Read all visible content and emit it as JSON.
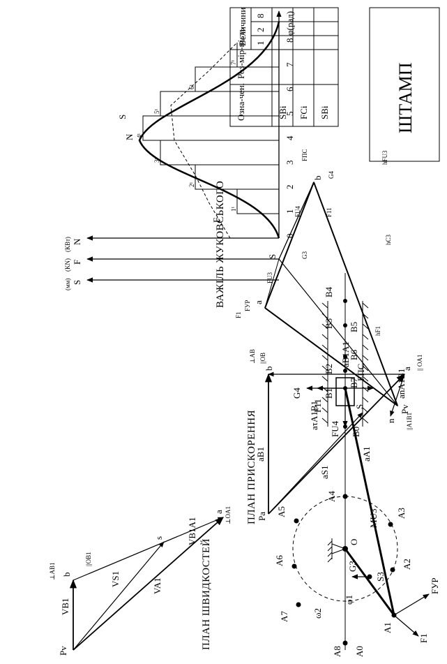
{
  "mechanism": {
    "points": [
      "A0",
      "A1",
      "A2",
      "A3",
      "A4",
      "A5",
      "A6",
      "A7",
      "A8"
    ],
    "center": "O",
    "slider_points": [
      "B0",
      "B1",
      "B2",
      "B3",
      "B4",
      "B5",
      "B6",
      "B7",
      "B8"
    ],
    "s3": "S3",
    "s_b": "S",
    "angle": "φ1",
    "omega": "ω2",
    "moment": "MU3",
    "forces": {
      "f1": "F1",
      "fur": "FУР",
      "g3": "G3",
      "g4": "G4",
      "fpc": "FПС",
      "fu4": "FU4",
      "f11": "F11"
    }
  },
  "graph": {
    "axes_labels": {
      "n": "N",
      "f": "F",
      "s": "S"
    },
    "units": {
      "n": "(КВт)",
      "f": "(KN)",
      "s": "(мм)"
    },
    "phi_label": "φ(рад)",
    "ticks": [
      "0",
      "1",
      "2",
      "3",
      "4",
      "5",
      "6",
      "7",
      "8"
    ],
    "curve_labels": {
      "n": "N",
      "s": "S",
      "f": "F"
    },
    "point_labels": [
      "1¹",
      "2¹",
      "3¹",
      "4¹",
      "5¹",
      "6¹",
      "7¹"
    ]
  },
  "velocity_plan": {
    "title": "ПЛАН ШВИДКОСТЕЙ",
    "pole": "Pv",
    "a": "a",
    "b": "b",
    "s": "s",
    "v_a1": "VA1",
    "v_s1": "VS1",
    "v_b1": "VB1",
    "v_b1a1": "VB1A1",
    "perp_oa": "⊥OA1",
    "par_ob": "||OB1",
    "perp_ab": "⊥AB1"
  },
  "accel_plan": {
    "title": "ПЛАН ПРИСКОРЕННЯ",
    "pole": "Pa",
    "a": "a",
    "b": "b",
    "s": "S",
    "n": "n",
    "a_b1": "aB1",
    "a_s1": "aS1",
    "a_a1": "aA1",
    "a_b1a1": "aB1A1",
    "a_a1b1_t": "aτA1B1",
    "a_a1b1_n": "anA1B1",
    "par_ob": "||OB",
    "par_oa": "|| OA1",
    "par_ab": "||A1B1",
    "perp_ab": "⊥AB"
  },
  "zhukovsky": {
    "title": "ВАЖІЛЬ ЖУКОВСЬКОГО",
    "pole": "Pv",
    "a": "a",
    "b": "b",
    "s": "S",
    "forces": {
      "f1": "F1",
      "fur": "FУР",
      "fu3": "FU3",
      "g3": "G3",
      "fu4": "FU4",
      "f11": "F11",
      "g4": "G4",
      "fpc": "FПС"
    },
    "arms": {
      "hf1": "hF1",
      "hc3": "hC3",
      "hfu3": "hFU3"
    }
  },
  "table": {
    "head_designation": "Озна-чен.",
    "head_unit": "Роз-мір-ність",
    "head_values": "Величини",
    "cols": [
      "1",
      "2",
      "8"
    ],
    "rows": [
      "SBi",
      "FCi",
      "SBi"
    ]
  },
  "stamp": {
    "label": "ШТАМП"
  }
}
